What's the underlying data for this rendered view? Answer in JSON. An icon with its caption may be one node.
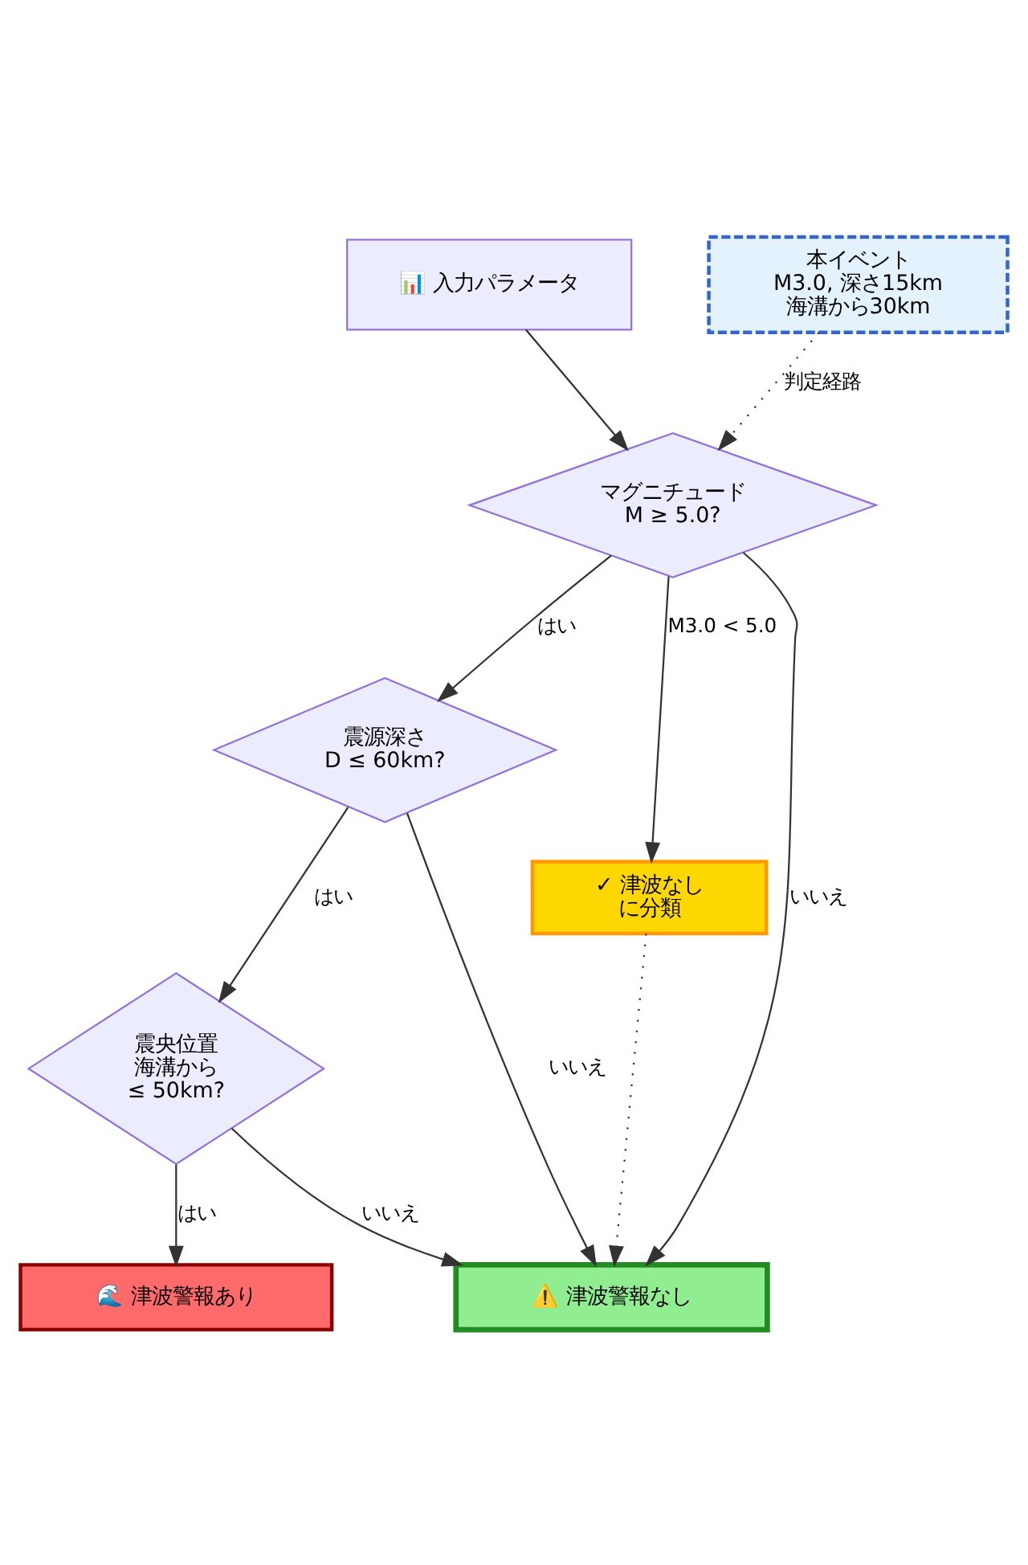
{
  "diagram": {
    "nodes": [
      {
        "text": [
          "📊 入力パラメータ"
        ]
      },
      {
        "text": [
          "本イベント",
          "M3.0, 深さ15km",
          "海溝から30km"
        ]
      },
      {
        "text": [
          "マグニチュード",
          "M ≥ 5.0?"
        ]
      },
      {
        "text": [
          "震源深さ",
          "D ≤ 60km?"
        ]
      },
      {
        "text": [
          "震央位置",
          "海溝から",
          "≤ 50km?"
        ]
      },
      {
        "text": [
          "✓ 津波なし",
          "に分類"
        ]
      },
      {
        "text": [
          "⚠️ 津波警報なし"
        ]
      },
      {
        "text": [
          "🌊 津波警報あり"
        ]
      }
    ],
    "edges": [
      {
        "from": 0,
        "to": 2,
        "arrow": "to"
      },
      {
        "from": 1,
        "to": 2,
        "arrow": "to",
        "label": "判定経路",
        "style": "dashed"
      },
      {
        "from": 2,
        "to": 3,
        "arrow": "to",
        "label": "はい"
      },
      {
        "from": 2,
        "to": 6,
        "arrow": "to",
        "label": "いいえ"
      },
      {
        "from": 2,
        "to": 5,
        "arrow": "to",
        "label": "M3.0 < 5.0"
      },
      {
        "from": 3,
        "to": 6,
        "arrow": "to",
        "label": "いいえ"
      },
      {
        "from": 3,
        "to": 4,
        "arrow": "to",
        "label": "はい"
      },
      {
        "from": 4,
        "to": 6,
        "arrow": "to",
        "label": "いいえ"
      },
      {
        "from": 4,
        "to": 7,
        "arrow": "to",
        "label": "はい"
      },
      {
        "from": 5,
        "to": 6,
        "arrow": "to",
        "style": "dashed"
      }
    ]
  }
}
